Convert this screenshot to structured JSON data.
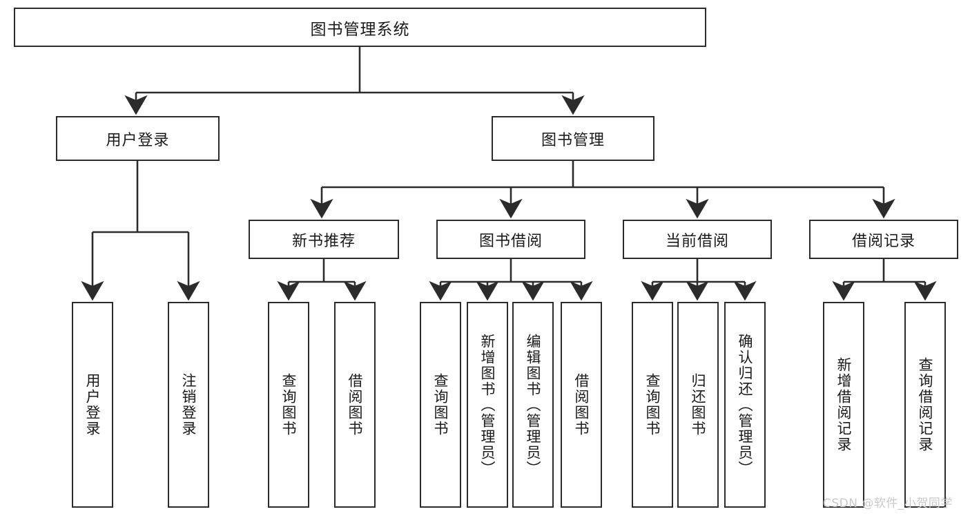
{
  "diagram": {
    "title_box": {
      "label": "图书管理系统"
    },
    "level2": [
      {
        "id": "user-login",
        "label": "用户登录"
      },
      {
        "id": "book-management",
        "label": "图书管理"
      }
    ],
    "level3": [
      {
        "id": "new-book-recommend",
        "label": "新书推荐"
      },
      {
        "id": "book-borrow",
        "label": "图书借阅"
      },
      {
        "id": "current-borrow",
        "label": "当前借阅"
      },
      {
        "id": "borrow-record",
        "label": "借阅记录"
      }
    ],
    "leaves": {
      "user_login": [
        {
          "id": "leaf-user-login",
          "label": "用户登录"
        },
        {
          "id": "leaf-logout-login",
          "label": "注销登录"
        }
      ],
      "new_book_recommend": [
        {
          "id": "leaf-query-book-1",
          "label": "查询图书"
        },
        {
          "id": "leaf-borrow-book-1",
          "label": "借阅图书"
        }
      ],
      "book_borrow": [
        {
          "id": "leaf-query-book-2",
          "label": "查询图书"
        },
        {
          "id": "leaf-add-book",
          "label": "新增图书（管理员）"
        },
        {
          "id": "leaf-edit-book",
          "label": "编辑图书（管理员）"
        },
        {
          "id": "leaf-borrow-book-2",
          "label": "借阅图书"
        }
      ],
      "current_borrow": [
        {
          "id": "leaf-query-book-3",
          "label": "查询图书"
        },
        {
          "id": "leaf-return-book",
          "label": "归还图书"
        },
        {
          "id": "leaf-confirm-return",
          "label": "确认归还（管理员）"
        }
      ],
      "borrow_record": [
        {
          "id": "leaf-add-record",
          "label": "新增借阅记录"
        },
        {
          "id": "leaf-query-record",
          "label": "查询借阅记录"
        }
      ]
    }
  },
  "watermark": {
    "text": "CSDN @软件_小贺同学"
  },
  "colors": {
    "stroke": "#2b2b2b",
    "box_fill": "#ffffff",
    "text": "#1a1a1a",
    "watermark": "#c9c9c9",
    "background": "#ffffff"
  }
}
